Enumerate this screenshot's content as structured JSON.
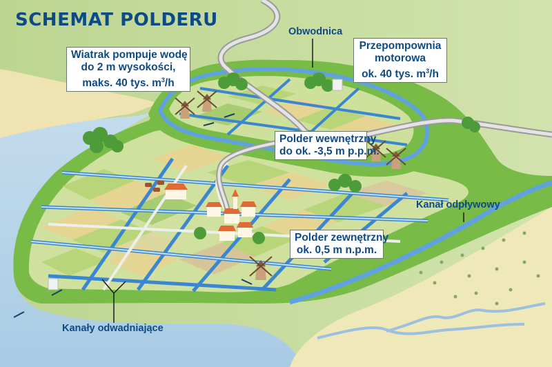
{
  "title": "SCHEMAT POLDERU",
  "callouts": {
    "windmill": {
      "lines": [
        "Wiatrak pompuje wodę",
        "do 2 m wysokości,",
        "maks. 40 tys. m",
        "/h"
      ],
      "superscript": "3"
    },
    "pumping_station": {
      "lines": [
        "Przepompownia",
        "motorowa",
        "ok. 40 tys. m",
        "/h"
      ],
      "superscript": "3"
    },
    "inner_polder": {
      "lines": [
        "Polder wewnętrzny",
        "do ok. -3,5 m p.p.m."
      ]
    },
    "outer_polder": {
      "lines": [
        "Polder zewnętrzny",
        "ok. 0,5 m n.p.m."
      ]
    }
  },
  "labels": {
    "ring_dike": "Obwodnica",
    "outflow_canal": "Kanał odpływowy",
    "drainage_canals": "Kanały odwadniające"
  },
  "colors": {
    "title_text": "#0d4a86",
    "sea": "#b5d3e8",
    "beach": "#f0e6b8",
    "dike": "#7cbf4a",
    "canal": "#3a86d0",
    "meadow": "#c9dd9f",
    "field_yellow": "#e6d493",
    "field_green": "#b9d57a",
    "roof": "#e06a35"
  }
}
